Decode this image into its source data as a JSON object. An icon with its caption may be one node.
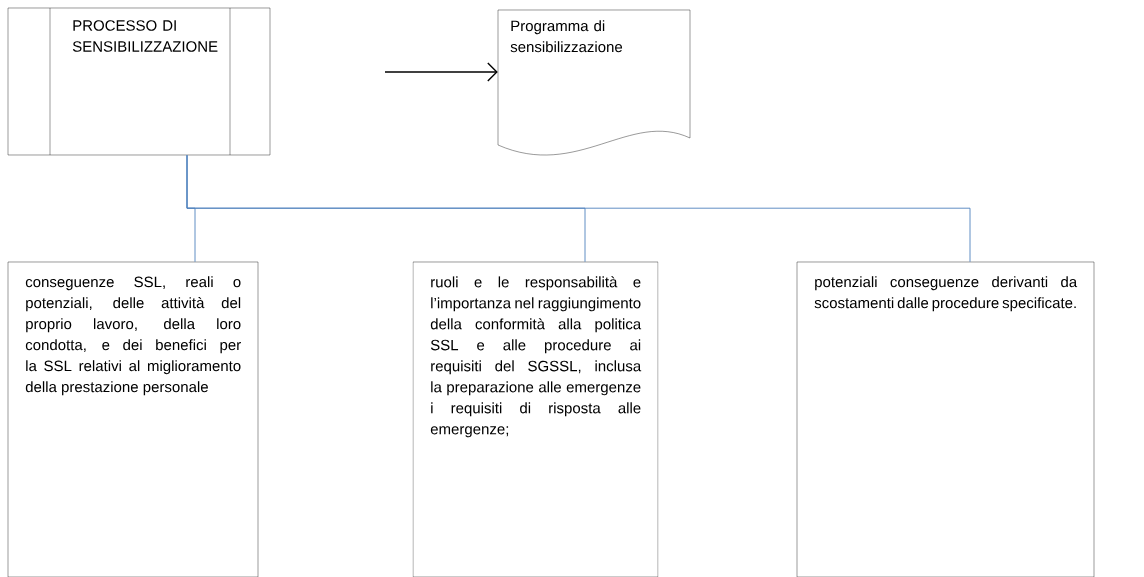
{
  "diagram": {
    "nodes": [
      {
        "text": [
          "PROCESSO DI SENSIBILIZZAZIONE"
        ]
      },
      {
        "text": [
          "Programma di sensibilizzazione"
        ]
      },
      {
        "text": [
          "conseguenze SSL, reali o potenziali, delle attività del proprio lavoro, della loro condotta, e dei benefici per la SSL relativi al miglioramento della prestazione personale"
        ]
      },
      {
        "text": [
          "ruoli e le responsabilità e l’importanza nel raggiungimento della conformità alla politica SSL e alle procedure ai requisiti del SGSSL, inclusa la preparazione alle emergenze i requisiti di risposta alle emergenze;"
        ]
      },
      {
        "text": [
          "potenziali conseguenze derivanti da scostamenti dalle procedure specificate."
        ]
      }
    ],
    "edges": [
      {
        "from": null,
        "to": 1,
        "arrow": "to",
        "color": "#000000"
      },
      {
        "from": 0,
        "to": 2,
        "arrow": "none"
      },
      {
        "from": 0,
        "to": 3,
        "arrow": "none"
      },
      {
        "from": 0,
        "to": 4,
        "arrow": "none"
      }
    ]
  }
}
